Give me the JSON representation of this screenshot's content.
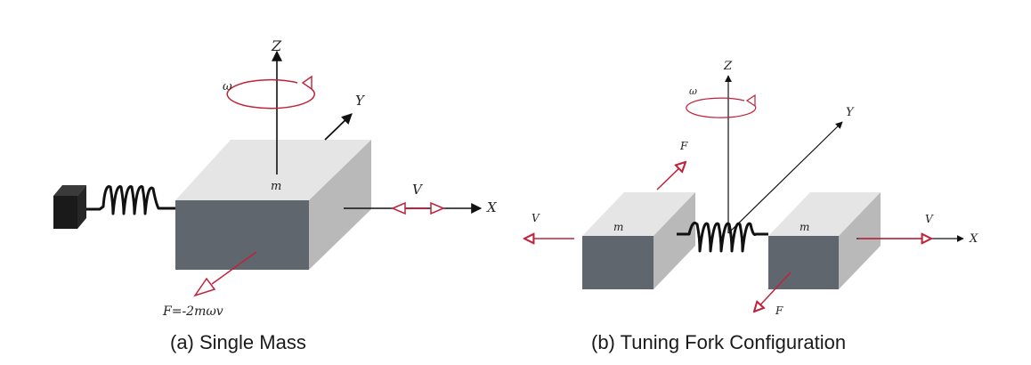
{
  "colors": {
    "top_face": "#e5e5e5",
    "side_face": "#b9b9b9",
    "front_face": "#5f666d",
    "anchor_front": "#1a1a1a",
    "anchor_top": "#3a3a3a",
    "anchor_side": "#262626",
    "axis": "#111111",
    "red": "#c0223b"
  },
  "icons": [
    "arrow-icon",
    "spring-icon",
    "rotation-icon"
  ],
  "panel_a": {
    "caption": "(a) Single Mass",
    "z": "Z",
    "y": "Y",
    "x": "X",
    "omega": "ω",
    "mass": "m",
    "v": "V",
    "force": "F=-2mωv"
  },
  "panel_b": {
    "caption": "(b) Tuning Fork Configuration",
    "z": "Z",
    "y": "Y",
    "x": "X",
    "omega": "ω",
    "mass_left": "m",
    "mass_right": "m",
    "v_left": "V",
    "v_right": "V",
    "f_left": "F",
    "f_right": "F"
  }
}
